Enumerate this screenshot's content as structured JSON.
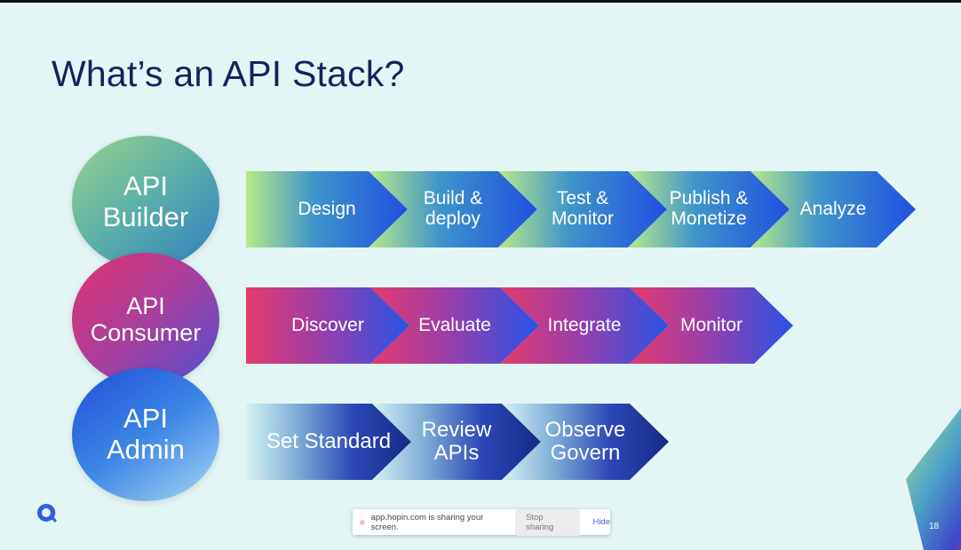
{
  "slide": {
    "title": "What’s an API Stack?",
    "page_number": "18"
  },
  "rows": [
    {
      "persona": [
        "API",
        "Builder"
      ],
      "steps": [
        [
          "Design"
        ],
        [
          "Build &",
          "deploy"
        ],
        [
          "Test &",
          "Monitor"
        ],
        [
          "Publish &",
          "Monetize"
        ],
        [
          "Analyze"
        ]
      ]
    },
    {
      "persona": [
        "API",
        "Consumer"
      ],
      "steps": [
        [
          "Discover"
        ],
        [
          "Evaluate"
        ],
        [
          "Integrate"
        ],
        [
          "Monitor"
        ]
      ]
    },
    {
      "persona": [
        "API",
        "Admin"
      ],
      "steps": [
        [
          "Set Standard"
        ],
        [
          "Review",
          "APIs"
        ],
        [
          "Observe",
          "Govern"
        ]
      ]
    }
  ],
  "share_bar": {
    "message": "app.hopin.com is sharing your screen.",
    "stop_label": "Stop sharing",
    "hide_label": "Hide"
  },
  "colors": {
    "title": "#17215e",
    "background": "#e3f5f4",
    "accent_blue": "#1f4fe0",
    "accent_pink": "#e43b6c",
    "accent_green": "#b8ea8a"
  }
}
